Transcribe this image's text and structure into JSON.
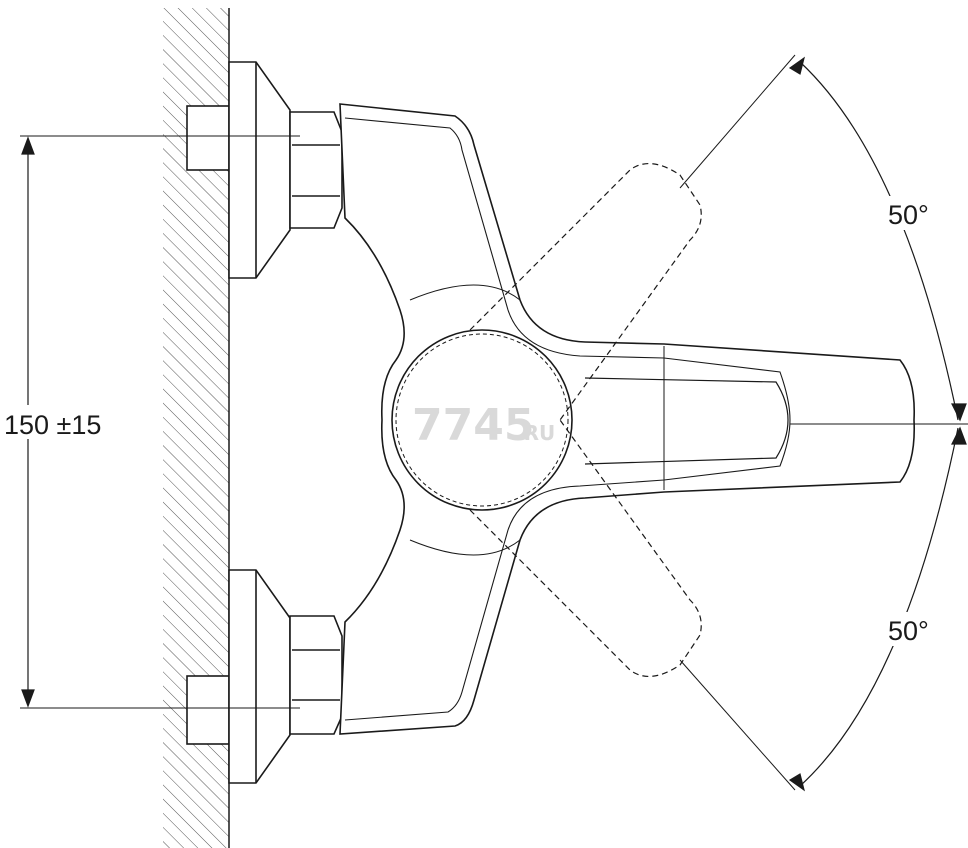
{
  "dimensions": {
    "height_label": "150 ±15",
    "angle_upper_label": "50°",
    "angle_lower_label": "50°"
  },
  "watermark": {
    "main": "7745",
    "suffix": ".RU"
  },
  "colors": {
    "line": "#1a1a1a",
    "hatch": "#555555",
    "watermark": "#d9d9d9"
  }
}
